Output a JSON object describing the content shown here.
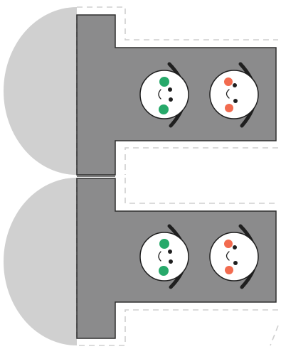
{
  "colors": {
    "background": "#ffffff",
    "semicircle_fill": "#d0d0d0",
    "panel_fill": "#8b8b8c",
    "panel_stroke": "#2f2f2f",
    "dashed_guide": "#cfcfcf",
    "fold_line": "#2f2f2f",
    "face_fill": "#ffffff",
    "face_stroke": "#1f1f1f",
    "visor_arc": "#1f1f1f",
    "green_light": "#27a96a",
    "red_light": "#f26b4f",
    "feature_ink": "#1f1f1f"
  },
  "cutouts": [
    {
      "name": "upper",
      "faces": [
        {
          "light_color": "green",
          "icon": "green-light-face-icon"
        },
        {
          "light_color": "red",
          "icon": "red-light-face-icon"
        }
      ]
    },
    {
      "name": "lower",
      "faces": [
        {
          "light_color": "green",
          "icon": "green-light-face-icon"
        },
        {
          "light_color": "red",
          "icon": "red-light-face-icon"
        }
      ]
    }
  ]
}
